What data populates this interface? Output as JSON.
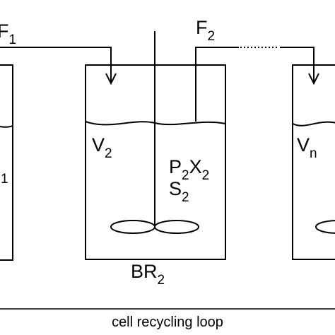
{
  "diagram": {
    "flows": {
      "f1": {
        "main": "F",
        "sub": "1"
      },
      "f2": {
        "main": "F",
        "sub": "2"
      }
    },
    "reactor_left": {
      "volume_sub_fragment": "1"
    },
    "reactor_2": {
      "name": {
        "main": "BR",
        "sub": "2"
      },
      "volume": {
        "main": "V",
        "sub": "2"
      },
      "product": {
        "main": "P",
        "sub": "2"
      },
      "biomass": {
        "main": "X",
        "sub": "2"
      },
      "substrate": {
        "main": "S",
        "sub": "2"
      }
    },
    "reactor_n": {
      "volume": {
        "main": "V",
        "sub": "n"
      }
    },
    "loop_label": "cell recycling loop"
  }
}
